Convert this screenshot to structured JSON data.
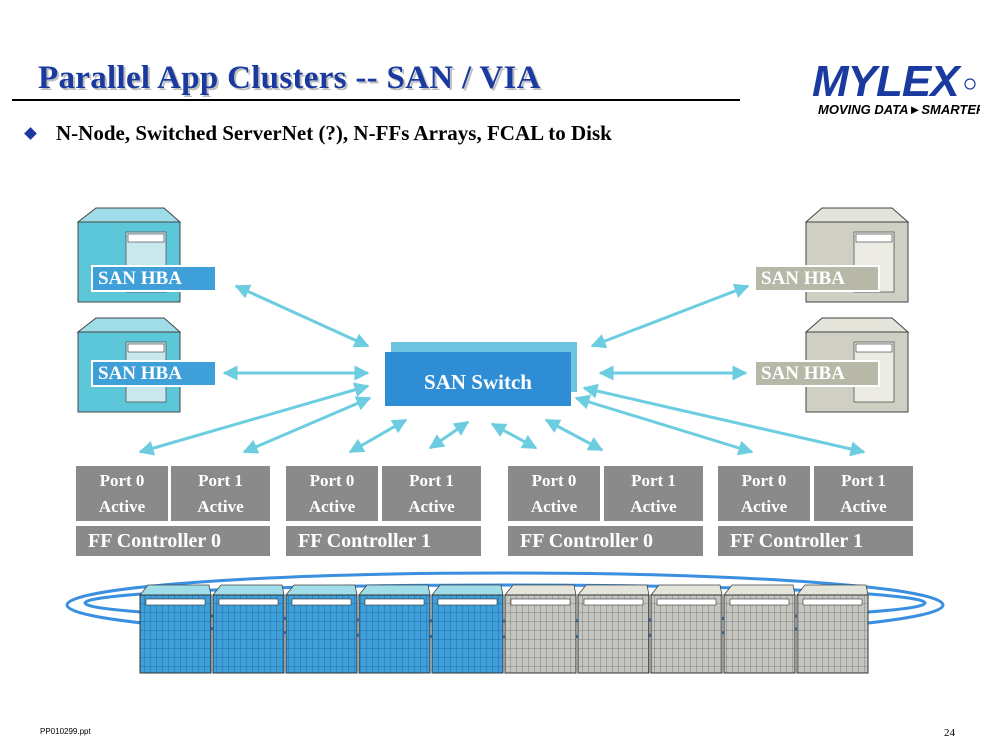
{
  "title": "Parallel App Clusters -- SAN / VIA",
  "bullet": "N-Node, Switched ServerNet (?), N-FFs Arrays, FCAL to Disk",
  "logo": {
    "brand": "MYLEX",
    "tagline": "MOVING DATA►SMARTER"
  },
  "hosts": [
    {
      "label": "SAN HBA"
    },
    {
      "label": "SAN HBA"
    },
    {
      "label": "SAN HBA"
    },
    {
      "label": "SAN HBA"
    }
  ],
  "switch_label": "SAN Switch",
  "controllers": [
    {
      "name": "FF Controller 0",
      "port0": [
        "Port 0",
        "Active"
      ],
      "port1": [
        "Port 1",
        "Active"
      ]
    },
    {
      "name": "FF Controller 1",
      "port0": [
        "Port 0",
        "Active"
      ],
      "port1": [
        "Port 1",
        "Active"
      ]
    },
    {
      "name": "FF Controller 0",
      "port0": [
        "Port 0",
        "Active"
      ],
      "port1": [
        "Port 1",
        "Active"
      ]
    },
    {
      "name": "FF Controller 1",
      "port0": [
        "Port 0",
        "Active"
      ],
      "port1": [
        "Port 1",
        "Active"
      ]
    }
  ],
  "footer": {
    "file": "PP010299.ppt",
    "page": "24"
  },
  "colors": {
    "title": "#1a3aa0",
    "link": "#6ccde0",
    "switch": "#2f8dd6",
    "hba_left": "#3e9fd9",
    "hba_right": "#b8b8a8",
    "controller": "#8a8a8a",
    "loop": "#3a8fe0"
  }
}
